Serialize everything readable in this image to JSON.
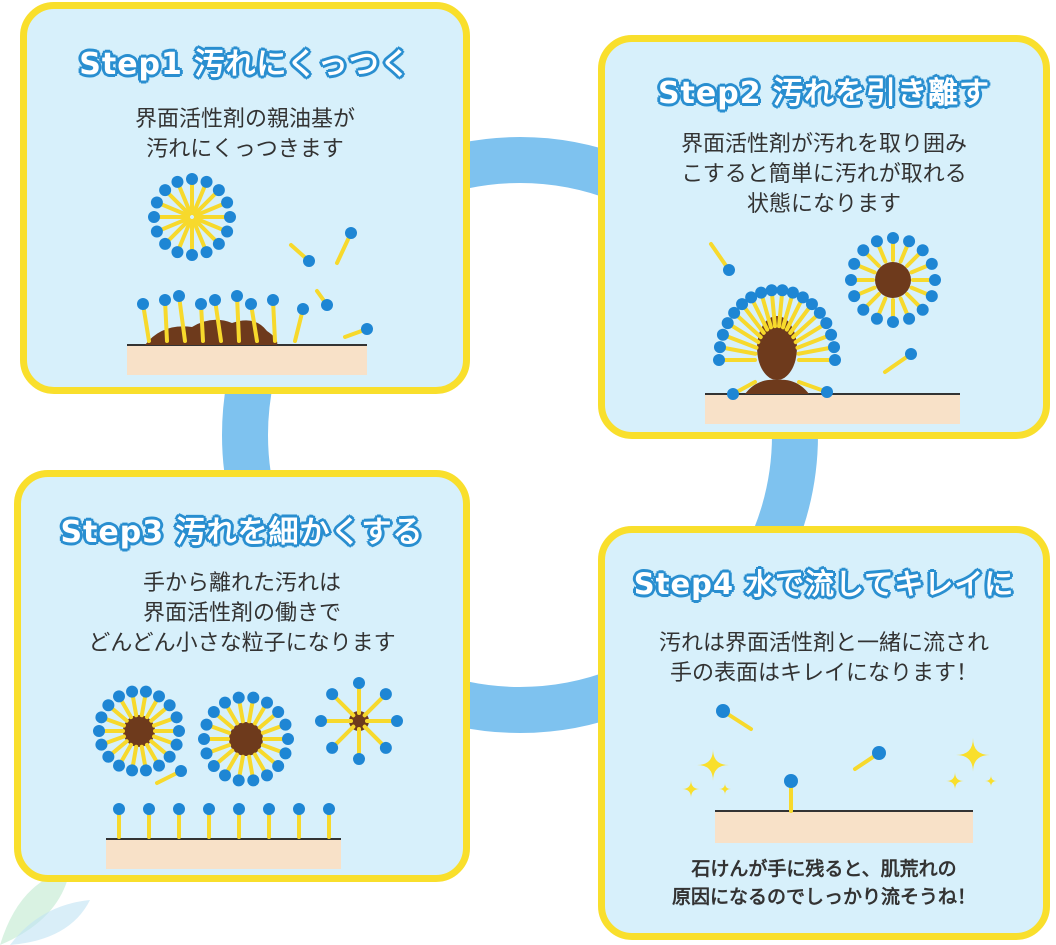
{
  "colors": {
    "card_fill": "#d7f0fb",
    "card_border": "#f9df2c",
    "ring": "#7ec2ef",
    "title_outline": "#2a8fd0",
    "head_blue": "#1e86d4",
    "tail_yellow": "#f7d92c",
    "dirt_brown": "#6e3a1c",
    "skin": "#f8e1c8",
    "sparkle": "#f9df2c"
  },
  "steps": [
    {
      "title": "Step1 汚れにくっつく",
      "lines": [
        "界面活性剤の親油基が",
        "汚れにくっつきます"
      ]
    },
    {
      "title": "Step2 汚れを引き離す",
      "lines": [
        "界面活性剤が汚れを取り囲み",
        "こすると簡単に汚れが取れる",
        "状態になります"
      ]
    },
    {
      "title": "Step3 汚れを細かくする",
      "lines": [
        "手から離れた汚れは",
        "界面活性剤の働きで",
        "どんどん小さな粒子になります"
      ]
    },
    {
      "title": "Step4 水で流してキレイに",
      "lines": [
        "汚れは界面活性剤と一緒に流され",
        "手の表面はキレイになります！"
      ],
      "note": [
        "石けんが手に残ると、肌荒れの",
        "原因になるのでしっかり流そうね！"
      ]
    }
  ]
}
